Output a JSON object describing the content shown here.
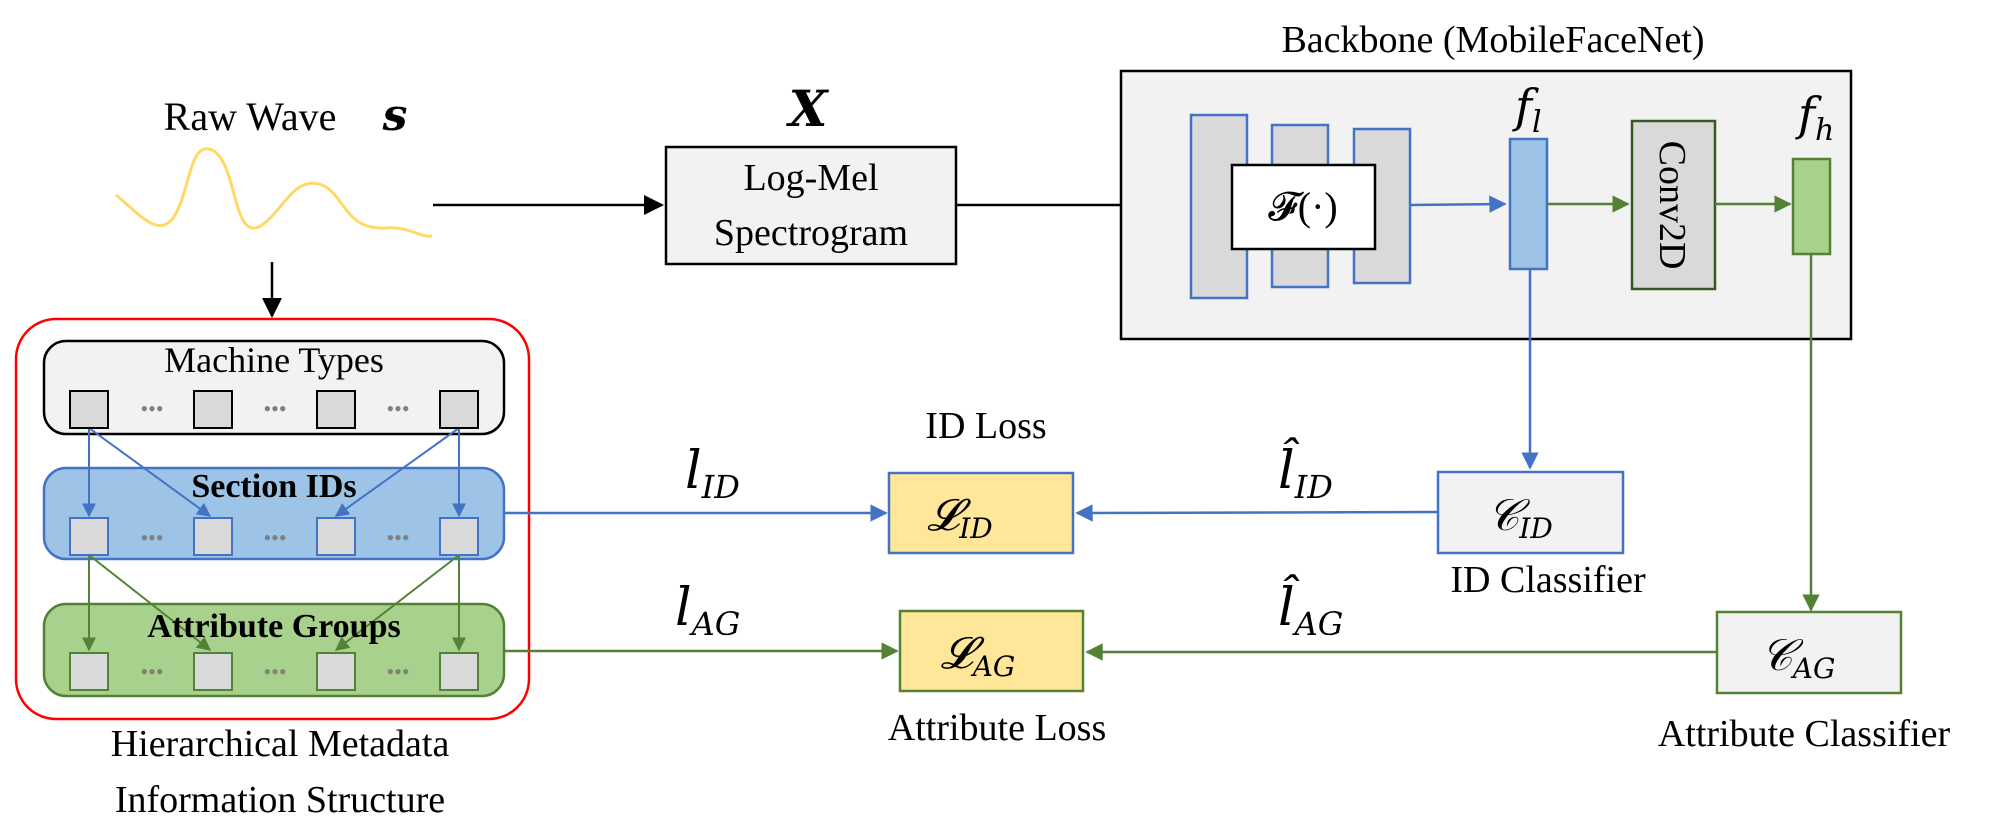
{
  "colors": {
    "blue": "#4472c4",
    "blue_fill": "#9dc3e6",
    "green": "#548235",
    "green_fill": "#a9d18e",
    "yellow_fill": "#ffe699",
    "gray_fill": "#d9d9d9",
    "light_fill": "#f2f2f2",
    "red": "#ff0000",
    "wave": "#ffd966"
  },
  "labels": {
    "raw_wave": "Raw Wave",
    "raw_wave_symbol": "s",
    "x_symbol": "X",
    "logmel_line1": "Log-Mel",
    "logmel_line2": "Spectrogram",
    "backbone_title": "Backbone (MobileFaceNet)",
    "f_block": "𝓕(·)",
    "f_l": "f",
    "f_l_sub": "l",
    "f_h": "f",
    "f_h_sub": "h",
    "conv2d": "Conv2D",
    "machine_types": "Machine Types",
    "section_ids": "Section IDs",
    "attribute_groups": "Attribute Groups",
    "hmis_line1": "Hierarchical Metadata",
    "hmis_line2": "Information Structure",
    "id_loss_title": "ID Loss",
    "l_id": "l",
    "l_id_sub": "ID",
    "l_ag": "l",
    "l_ag_sub": "AG",
    "lhat_id": "l̂",
    "lhat_id_sub": "ID",
    "lhat_ag": "l̂",
    "lhat_ag_sub": "AG",
    "loss_id": "𝓛",
    "loss_id_sub": "ID",
    "loss_ag": "𝓛",
    "loss_ag_sub": "AG",
    "cls_id": "𝒞",
    "cls_id_sub": "ID",
    "cls_ag": "𝒞",
    "cls_ag_sub": "AG",
    "id_classifier": "ID Classifier",
    "attribute_loss": "Attribute Loss",
    "attribute_classifier": "Attribute Classifier",
    "ellipsis": "•••"
  }
}
